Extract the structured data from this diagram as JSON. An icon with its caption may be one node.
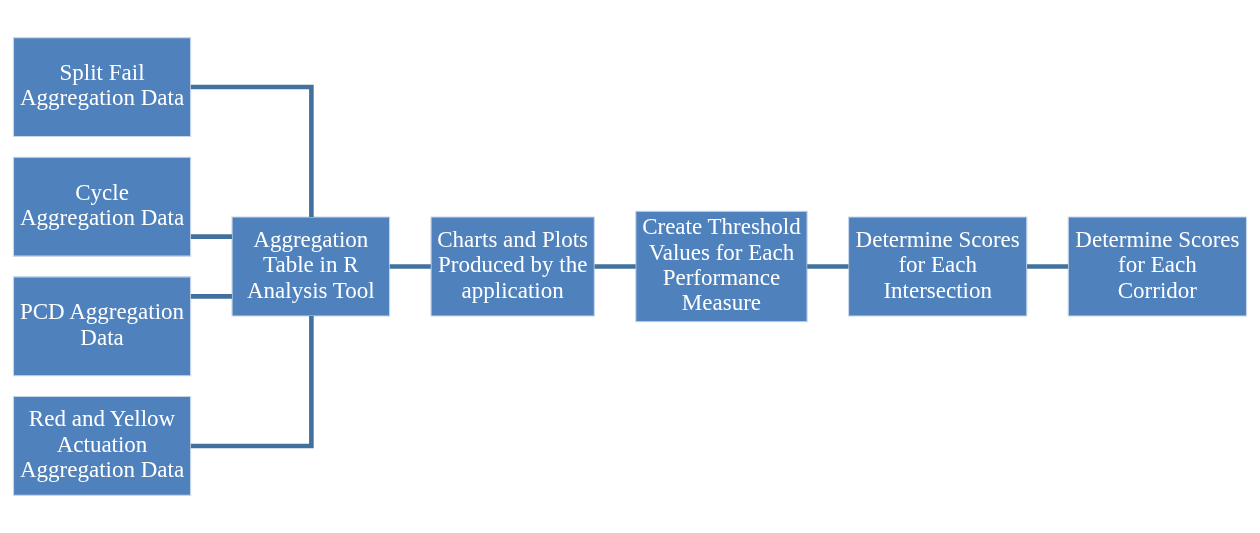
{
  "diagram": {
    "nodes": [
      {
        "text": [
          "Split Fail Aggregation Data"
        ]
      },
      {
        "text": [
          "Cycle Aggregation Data"
        ]
      },
      {
        "text": [
          "PCD Aggregation Data"
        ]
      },
      {
        "text": [
          "Red and Yellow Actuation Aggregation Data"
        ]
      },
      {
        "text": [
          "Aggregation Table in R Analysis Tool"
        ]
      },
      {
        "text": [
          "Charts and Plots Produced by the application"
        ]
      },
      {
        "text": [
          "Create Threshold Values for Each Performance Measure"
        ]
      },
      {
        "text": [
          "Determine Scores for Each Intersection"
        ]
      },
      {
        "text": [
          "Determine Scores for Each Corridor"
        ]
      }
    ],
    "edges": [
      {
        "from": 0,
        "to": 4,
        "arrow": "none"
      },
      {
        "from": 1,
        "to": 4,
        "arrow": "none"
      },
      {
        "from": 2,
        "to": 4,
        "arrow": "none"
      },
      {
        "from": 3,
        "to": 4,
        "arrow": "none"
      },
      {
        "from": 4,
        "to": 5,
        "arrow": "none"
      },
      {
        "from": 5,
        "to": 6,
        "arrow": "none"
      },
      {
        "from": 6,
        "to": 7,
        "arrow": "none"
      },
      {
        "from": 7,
        "to": 8,
        "arrow": "none"
      }
    ]
  }
}
